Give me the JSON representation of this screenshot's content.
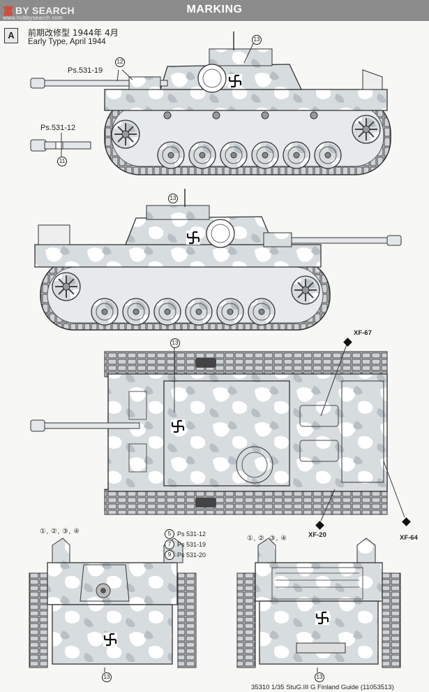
{
  "header": {
    "logo_cn": "富",
    "logo_search": "BY SEARCH",
    "logo_url": "www.hobbysearch.com",
    "title": "MARKING"
  },
  "section": {
    "badge": "A",
    "caption_jp": "前期改修型 1944年 4月",
    "caption_en": "Early Type, April 1944"
  },
  "labels": {
    "gun_mark_side": "Ps.531-19",
    "gun_mark_detail": "Ps.531-12",
    "ref_12": "12",
    "ref_11": "11",
    "ref_13": "13"
  },
  "paints": {
    "xf67": "XF-67",
    "xf20": "XF-20",
    "xf64": "XF-64"
  },
  "front_view": {
    "list": "①, ②, ③, ④",
    "decals": [
      {
        "num": "5",
        "text": "Ps 531-12"
      },
      {
        "num": "7",
        "text": "Ps 531-19"
      },
      {
        "num": "9",
        "text": "Ps 531-20"
      }
    ]
  },
  "rear_view": {
    "list": "①, ②, ③, ④"
  },
  "footer": "35310 1/35 StuG.III G Finland Guide (11053513)"
}
